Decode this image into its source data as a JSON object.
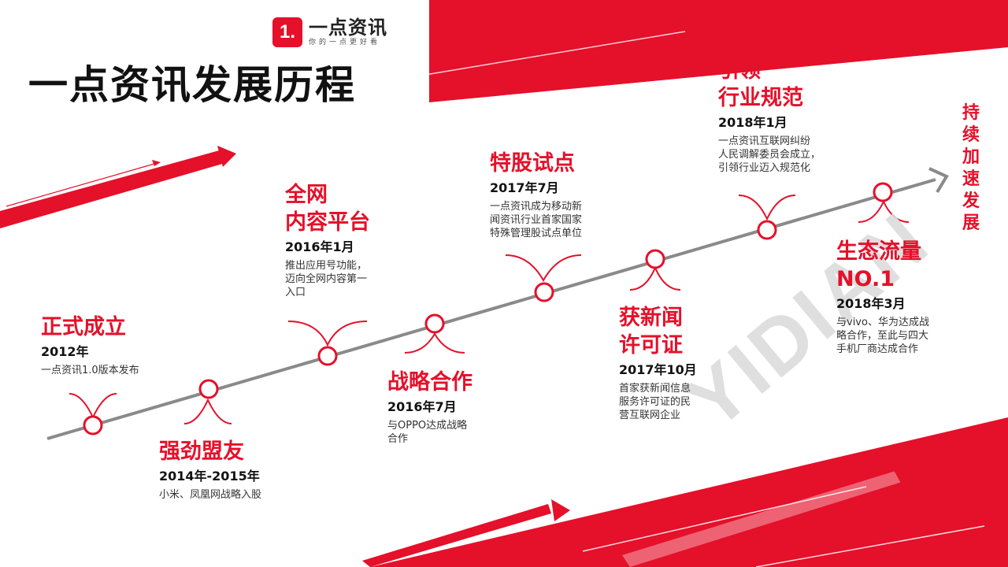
{
  "logo": {
    "mark": "1.",
    "name": "一点资讯",
    "slogan": "你的一点更好看"
  },
  "page_title": "一点资讯发展历程",
  "end_label": "持续加速发展",
  "watermark": "YIDIAN",
  "colors": {
    "accent": "#e5102a",
    "line": "#8a8a8a",
    "text": "#111111",
    "watermark": "#dcdcdc"
  },
  "milestones": [
    {
      "title": "正式成立",
      "date": "2012年",
      "desc": "一点资讯1.0版本发布"
    },
    {
      "title": "强劲盟友",
      "date": "2014年-2015年",
      "desc": "小米、凤凰网战略入股"
    },
    {
      "title": "全网\n内容平台",
      "date": "2016年1月",
      "desc": "推出应用号功能，\n迈向全网内容第一\n入口"
    },
    {
      "title": "战略合作",
      "date": "2016年7月",
      "desc": "与OPPO达成战略\n合作"
    },
    {
      "title": "特股试点",
      "date": "2017年7月",
      "desc": "一点资讯成为移动新\n闻资讯行业首家国家\n特殊管理股试点单位"
    },
    {
      "title": "获新闻\n许可证",
      "date": "2017年10月",
      "desc": "首家获新闻信息\n服务许可证的民\n营互联网企业"
    },
    {
      "title": "引领\n行业规范",
      "date": "2018年1月",
      "desc": "一点资讯互联网纠纷\n人民调解委员会成立，\n引领行业迈入规范化"
    },
    {
      "title": "生态流量\nNO.1",
      "date": "2018年3月",
      "desc": "与vivo、华为达成战\n略合作，至此与四大\n手机厂商达成合作"
    }
  ]
}
